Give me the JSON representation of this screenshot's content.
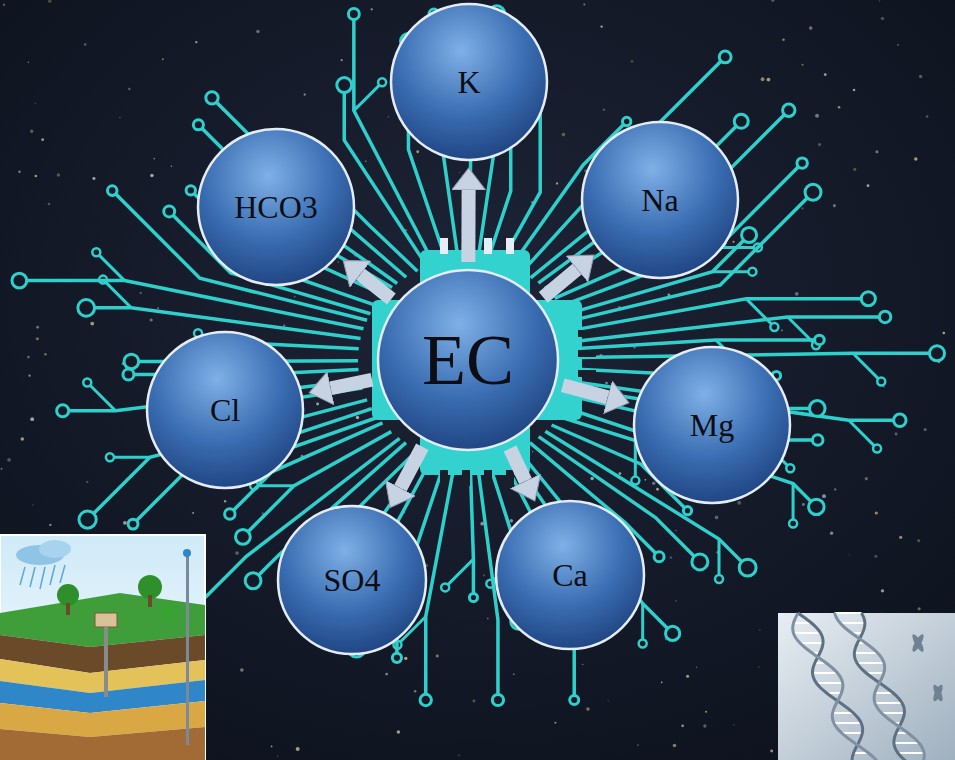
{
  "diagram": {
    "nodes": [
      {
        "text": [
          "K"
        ]
      },
      {
        "text": [
          "HCO3"
        ]
      },
      {
        "text": [
          "Na"
        ]
      },
      {
        "text": [
          "EC"
        ]
      },
      {
        "text": [
          "Cl"
        ]
      },
      {
        "text": [
          "Mg"
        ]
      },
      {
        "text": [
          "SO4"
        ]
      },
      {
        "text": [
          "Ca"
        ]
      }
    ],
    "edges": [
      {
        "from": 3,
        "to": 0,
        "arrow": "to"
      },
      {
        "from": 3,
        "to": 1,
        "arrow": "to"
      },
      {
        "from": 3,
        "to": 2,
        "arrow": "to"
      },
      {
        "from": 3,
        "to": 4,
        "arrow": "to"
      },
      {
        "from": 3,
        "to": 5,
        "arrow": "to"
      },
      {
        "from": 3,
        "to": 6,
        "arrow": "to"
      },
      {
        "from": 3,
        "to": 7,
        "arrow": "to"
      }
    ]
  }
}
